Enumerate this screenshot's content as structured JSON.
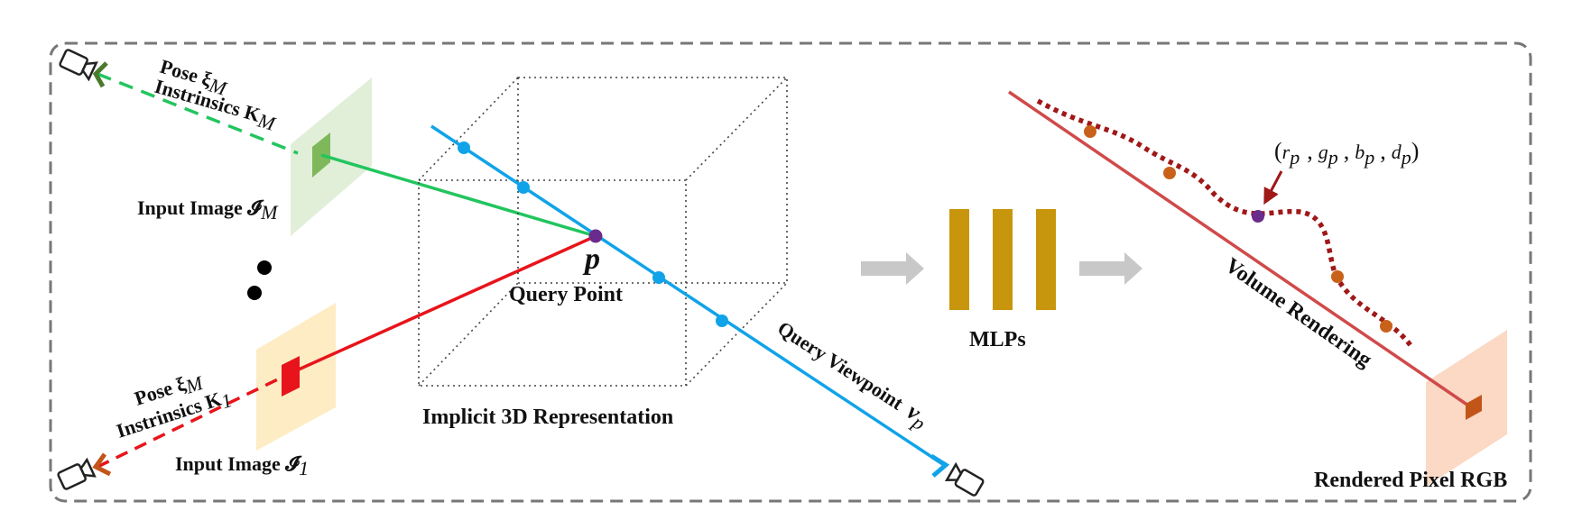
{
  "labels": {
    "pose_m": "Pose ξ",
    "pose_m_sub": "M",
    "intr_m": "Instrinsics K",
    "intr_m_sub": "M",
    "input_m": "Input Image 𝓘",
    "input_m_sub": "M",
    "pose_1": "Pose ξ",
    "pose_1_sub": "M",
    "intr_1": "Instrinsics K",
    "intr_1_sub": "1",
    "input_1": "Input Image 𝓘",
    "input_1_sub": "1",
    "p_symbol": "p",
    "query_point": "Query Point",
    "implicit_3d": "Implicit 3D Representation",
    "query_viewpoint": "Query Viewpoint",
    "viewpoint_symbol": "ν",
    "viewpoint_sub": "p",
    "mlps": "MLPs",
    "volume_rendering": "Volume Rendering",
    "rendered_pixel": "Rendered Pixel RGB",
    "rgbd_open": "(",
    "rgbd_r": "r",
    "rgbd_g": "g",
    "rgbd_b": "b",
    "rgbd_d": "d",
    "rgbd_sub": "p",
    "rgbd_sep": ",",
    "rgbd_close": ")"
  },
  "colors": {
    "frame": "#777777",
    "green_ray": "#22c55e",
    "green_dark": "#4a7a2c",
    "red_ray": "#e8141b",
    "orange_dark": "#c2551a",
    "blue_ray": "#10a3e8",
    "query_point": "#6a2c8c",
    "mlp_bar": "#c8960c",
    "arrow_grey": "#c8c8c8",
    "render_line": "#d04a4a",
    "density_curve": "#a01818",
    "sample_dot": "#c8621a",
    "image_green": "#dcecd2",
    "image_yellow": "#fdecc4",
    "image_peach": "#fbd9c4"
  },
  "icons": {
    "camera": "camera-icon"
  }
}
